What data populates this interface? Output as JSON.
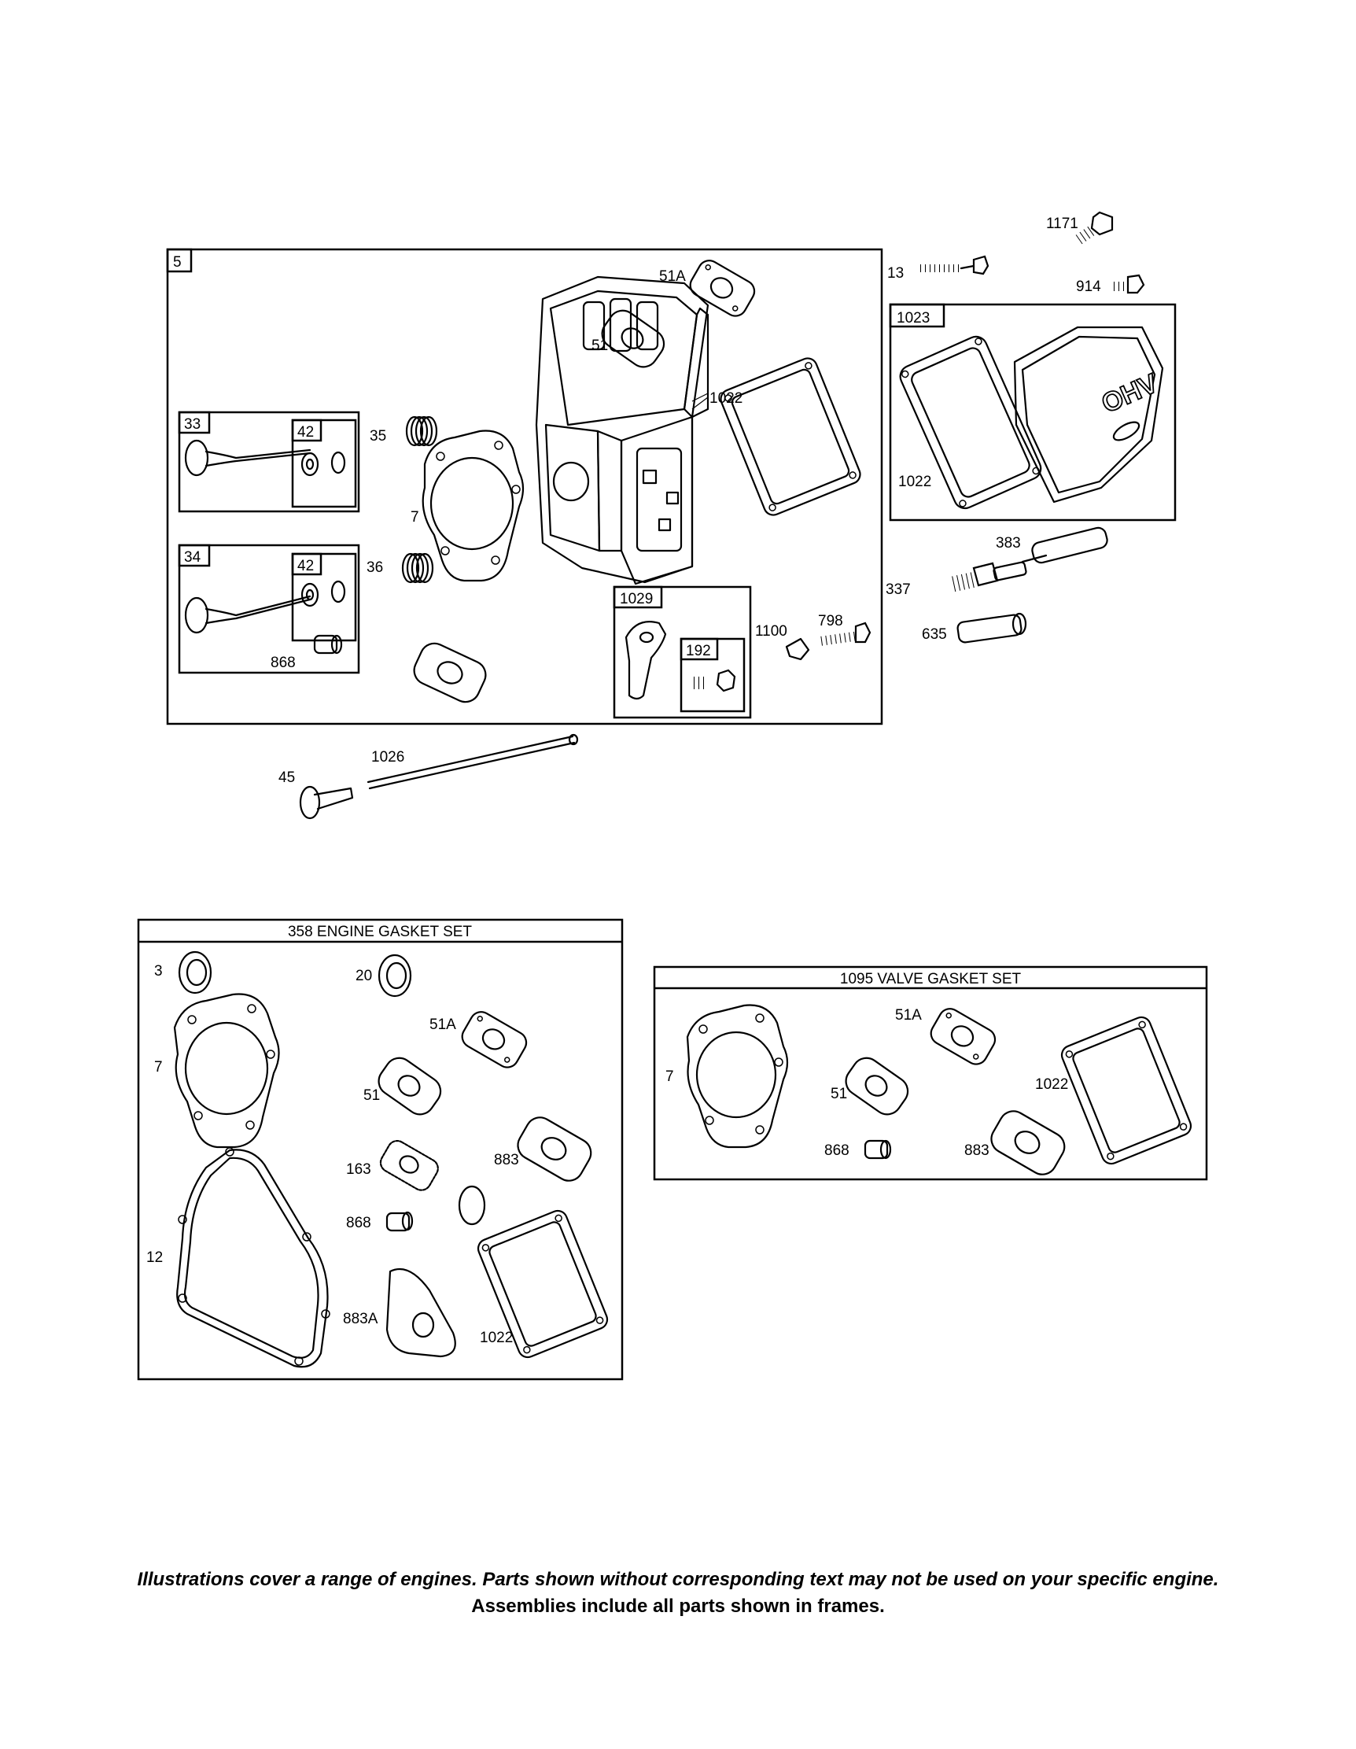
{
  "labels": {
    "p1171": "1171",
    "p13": "13",
    "p914": "914",
    "p5": "5",
    "p51A": "51A",
    "p51": "51",
    "p1022": "1022",
    "p1023": "1023",
    "p1022b": "1022",
    "p33": "33",
    "p42a": "42",
    "p35": "35",
    "p7": "7",
    "p34": "34",
    "p42b": "42",
    "p36": "36",
    "p868": "868",
    "p1029": "1029",
    "p192": "192",
    "p1100": "1100",
    "p798": "798",
    "p383": "383",
    "p337": "337",
    "p635": "635",
    "p1026": "1026",
    "p45": "45"
  },
  "engine_gasket_set": {
    "title": "358 ENGINE GASKET SET",
    "labels": {
      "p3": "3",
      "p20": "20",
      "p7": "7",
      "p51A": "51A",
      "p51": "51",
      "p883": "883",
      "p163": "163",
      "p12": "12",
      "p868": "868",
      "p883A": "883A",
      "p1022": "1022"
    }
  },
  "valve_gasket_set": {
    "title": "1095 VALVE GASKET SET",
    "labels": {
      "p51A": "51A",
      "p7": "7",
      "p51": "51",
      "p1022": "1022",
      "p868": "868",
      "p883": "883"
    }
  },
  "footer": {
    "line1": "Illustrations cover a range of engines. Parts shown without corresponding text may not be used on your specific engine.",
    "line2": "Assemblies include all parts shown in frames."
  },
  "emblem_text": "OHV"
}
